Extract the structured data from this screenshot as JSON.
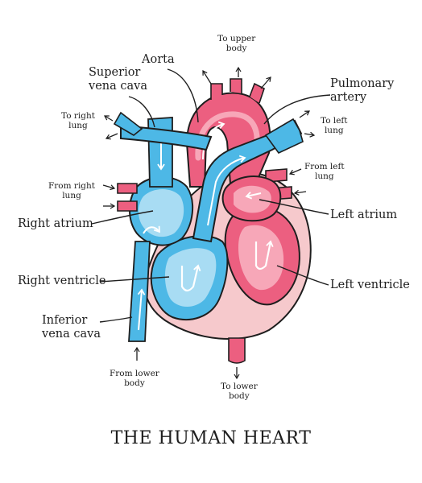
{
  "title": "THE HUMAN HEART",
  "labels": {
    "aorta": "Aorta",
    "superior_vena_cava": [
      "Superior",
      "vena cava"
    ],
    "pulmonary_artery": [
      "Pulmonary",
      "artery"
    ],
    "right_atrium": "Right atrium",
    "left_atrium": "Left atrium",
    "right_ventricle": "Right ventricle",
    "left_ventricle": "Left ventricle",
    "inferior_vena_cava": [
      "Inferior",
      "vena cava"
    ]
  },
  "flow_labels": {
    "to_upper_body": [
      "To upper",
      "body"
    ],
    "to_right_lung": [
      "To right",
      "lung"
    ],
    "to_left_lung": [
      "To left",
      "lung"
    ],
    "from_right_lung": [
      "From right",
      "lung"
    ],
    "from_left_lung": [
      "From left",
      "lung"
    ],
    "from_lower_body": [
      "From lower",
      "body"
    ],
    "to_lower_body": [
      "To lower",
      "body"
    ]
  },
  "colors": {
    "deoxygenated_blue": "#4db8e6",
    "light_blue": "#a8dcf3",
    "oxygenated_pink": "#ec5f80",
    "light_pink": "#f7a7b8",
    "outer_wall": "#f6c9cc",
    "outline": "#1e1e1e"
  }
}
